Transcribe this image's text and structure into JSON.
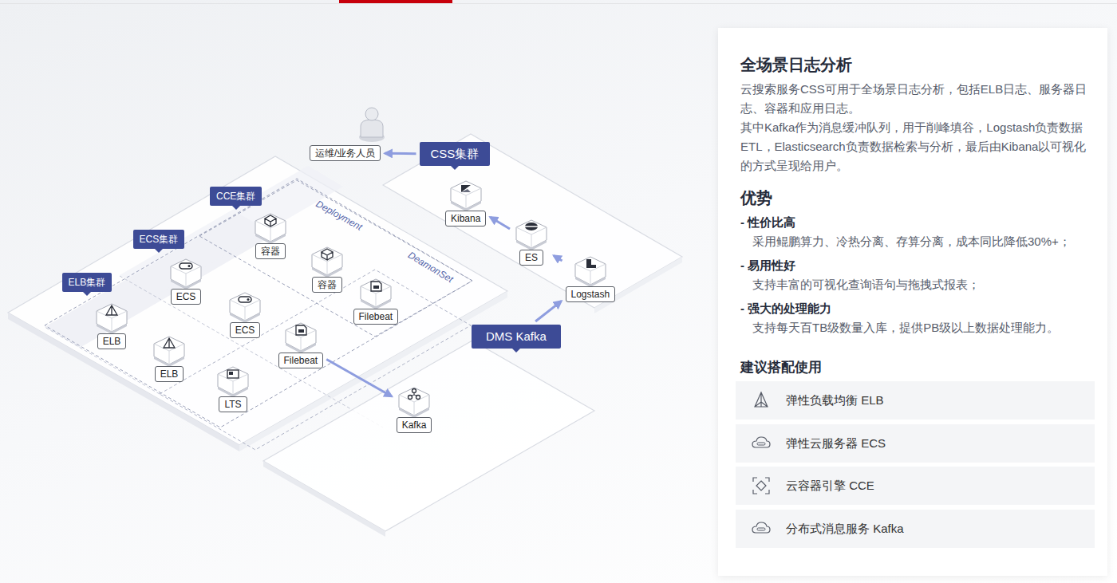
{
  "diagram": {
    "nodes": [
      {
        "text": [
          "运维/业务人员"
        ]
      },
      {
        "text": [
          "CSS集群"
        ]
      },
      {
        "text": [
          "Kibana"
        ]
      },
      {
        "text": [
          "ES"
        ]
      },
      {
        "text": [
          "Logstash"
        ]
      },
      {
        "text": [
          "CCE集群"
        ]
      },
      {
        "text": [
          "容器"
        ]
      },
      {
        "text": [
          "容器"
        ]
      },
      {
        "text": [
          "ECS集群"
        ]
      },
      {
        "text": [
          "ECS"
        ]
      },
      {
        "text": [
          "Filebeat"
        ]
      },
      {
        "text": [
          "ELB集群"
        ]
      },
      {
        "text": [
          "ECS"
        ]
      },
      {
        "text": [
          "Filebeat"
        ]
      },
      {
        "text": [
          "ELB"
        ]
      },
      {
        "text": [
          "ELB"
        ]
      },
      {
        "text": [
          "LTS"
        ]
      },
      {
        "text": [
          "DMS Kafka"
        ]
      },
      {
        "text": [
          "Kafka"
        ]
      },
      {
        "text": [
          "全场景日志分析",
          "云搜索服务CSS可用于全场景日志分析，包括ELB日志、服务器日志、容器和应用日志。",
          "其中Kafka作为消息缓冲队列，用于削峰填谷，Logstash负责数据ETL，Elasticsearch负责数据检索与分析，最后由Kibana以可视化的方式呈现给用户。",
          "优势",
          "- 性价比高",
          "采用鲲鹏算力、冷热分离、存算分离，成本同比降低30%+；",
          "- 易用性好",
          "支持丰富的可视化查询语句与拖拽式报表；",
          "- 强大的处理能力",
          "支持每天百TB级数量入库，提供PB级以上数据处理能力。",
          "建议搭配使用"
        ]
      },
      {
        "text": [
          "弹性负载均衡 ELB"
        ],
        "in": 19
      },
      {
        "text": [
          "弹性云服务器 ECS"
        ],
        "in": 19
      },
      {
        "text": [
          "云容器引擎 CCE"
        ],
        "in": 19
      },
      {
        "text": [
          "分布式消息服务 Kafka"
        ],
        "in": 19
      }
    ],
    "edges": [
      {
        "from": 4,
        "to": 3,
        "arrow": "to"
      },
      {
        "from": 3,
        "to": 2,
        "arrow": "to"
      },
      {
        "from": 1,
        "to": 0,
        "arrow": "to"
      },
      {
        "from": 17,
        "to": 4,
        "arrow": "to"
      },
      {
        "from": 13,
        "to": 18,
        "arrow": "to"
      }
    ],
    "labels": [
      "Deployment",
      "DeamonSet"
    ]
  }
}
